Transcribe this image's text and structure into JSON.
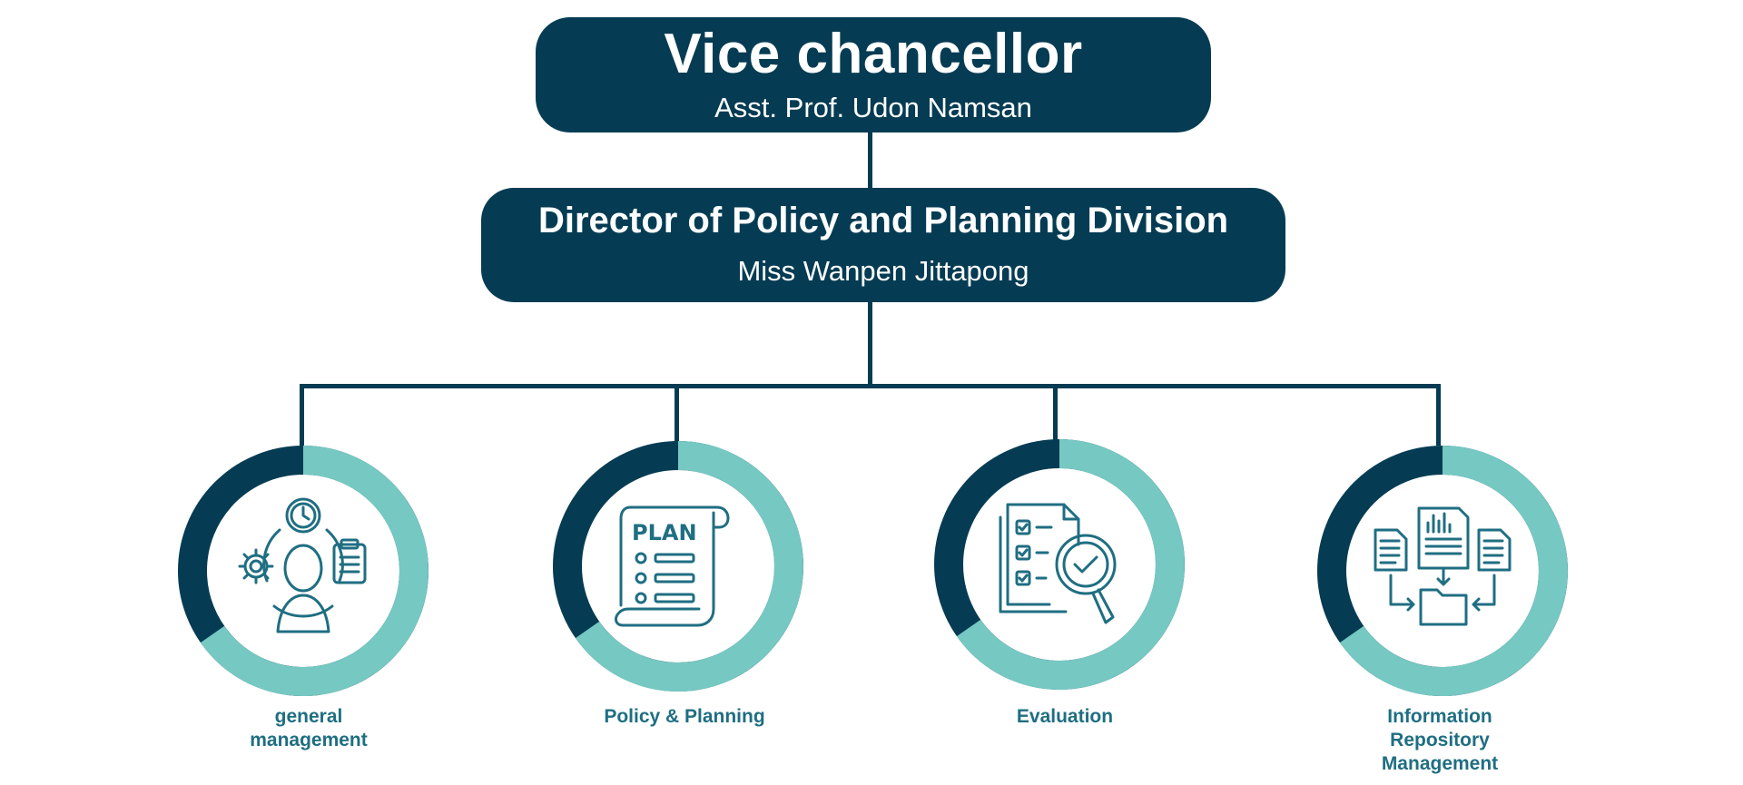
{
  "top": {
    "title": "Vice chancellor",
    "name": "Asst. Prof. Udon Namsan"
  },
  "director": {
    "title": "Director of Policy and Planning Division",
    "name": "Miss Wanpen Jittapong"
  },
  "units": [
    {
      "label_lines": [
        "general",
        "management"
      ],
      "icon": "person-gear-clock-clipboard-icon"
    },
    {
      "label_lines": [
        "Policy & Planning"
      ],
      "icon": "plan-scroll-icon",
      "icon_text": "PLAN"
    },
    {
      "label_lines": [
        "Evaluation"
      ],
      "icon": "checklist-magnifier-icon"
    },
    {
      "label_lines": [
        "Information",
        "Repository",
        "Management"
      ],
      "icon": "document-folder-flow-icon"
    }
  ],
  "colors": {
    "navy": "#053c53",
    "teal": "#76c8c2",
    "icon_stroke": "#1f6e82"
  }
}
